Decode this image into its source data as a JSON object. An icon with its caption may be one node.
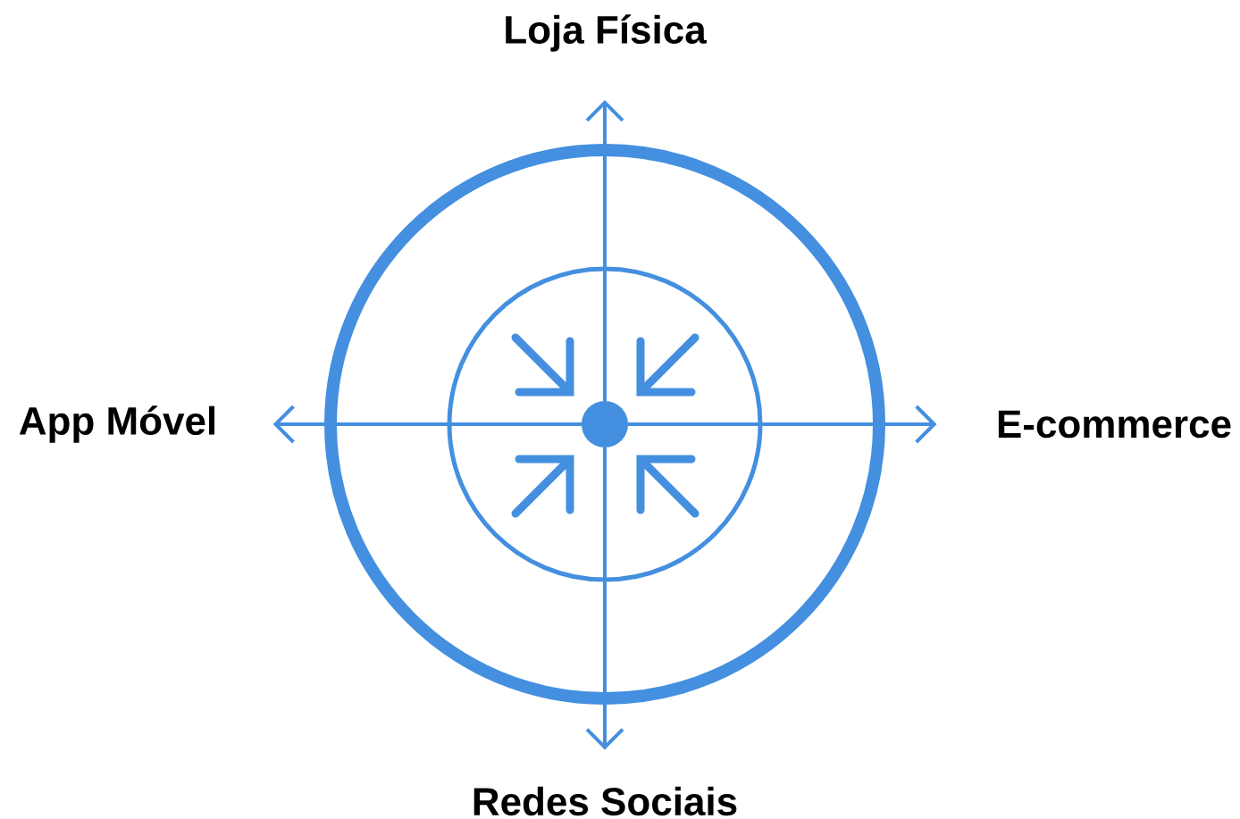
{
  "diagram": {
    "nodes": [
      {
        "text": [
          "Loja Física"
        ]
      },
      {
        "text": [],
        "shape": "circle"
      },
      {
        "text": [
          "App Móvel"
        ]
      },
      {
        "text": [
          "E-commerce"
        ]
      },
      {
        "text": [
          "Redes Sociais"
        ]
      }
    ],
    "edges": [
      {
        "from": 1,
        "to": 0,
        "arrow": "to"
      },
      {
        "from": 1,
        "to": 2,
        "arrow": "to"
      },
      {
        "from": 1,
        "to": 3,
        "arrow": "to"
      },
      {
        "from": 1,
        "to": 4,
        "arrow": "to"
      }
    ]
  }
}
